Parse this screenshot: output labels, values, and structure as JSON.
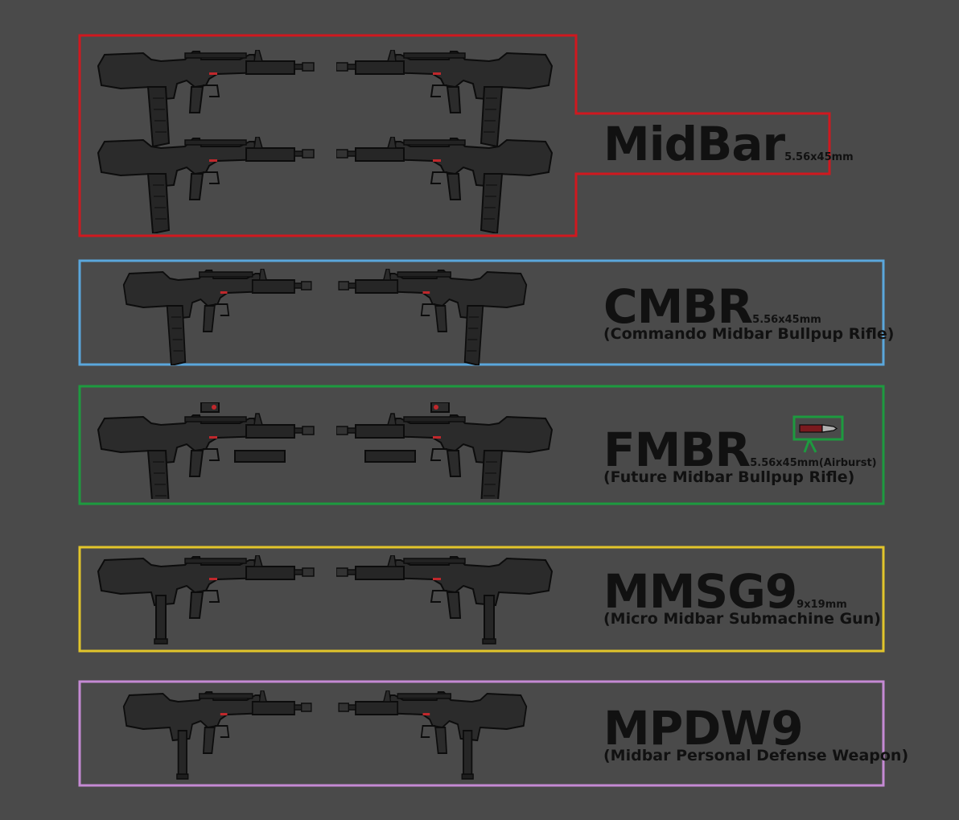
{
  "colors": {
    "background": "#4a4a4a",
    "midbar": "#d0181f",
    "cmbr": "#5aa7dc",
    "fmbr": "#1d9a3f",
    "mmsg9": "#e2c52b",
    "mpdw9": "#c58ad4",
    "gun_body": "#2b2b2b",
    "gun_outline": "#0c0c0c",
    "accent_red": "#c0282c",
    "text": "#111111"
  },
  "groups": [
    {
      "id": "midbar",
      "name": "MidBar",
      "caliber": "5.56x45mm",
      "subtitle": ""
    },
    {
      "id": "cmbr",
      "name": "CMBR",
      "caliber": "5.56x45mm",
      "subtitle": "(Commando Midbar Bullpup Rifle)"
    },
    {
      "id": "fmbr",
      "name": "FMBR",
      "caliber": "5.56x45mm(Airburst)",
      "subtitle": "(Future Midbar Bullpup Rifle)"
    },
    {
      "id": "mmsg9",
      "name": "MMSG9",
      "caliber": "9x19mm",
      "subtitle": "(Micro Midbar Submachine Gun)"
    },
    {
      "id": "mpdw9",
      "name": "MPDW9",
      "caliber": "",
      "subtitle": "(Midbar Personal Defense Weapon)"
    }
  ],
  "icons": {
    "gun": "bullpup-rifle-icon",
    "ammo": "airburst-round-icon"
  }
}
